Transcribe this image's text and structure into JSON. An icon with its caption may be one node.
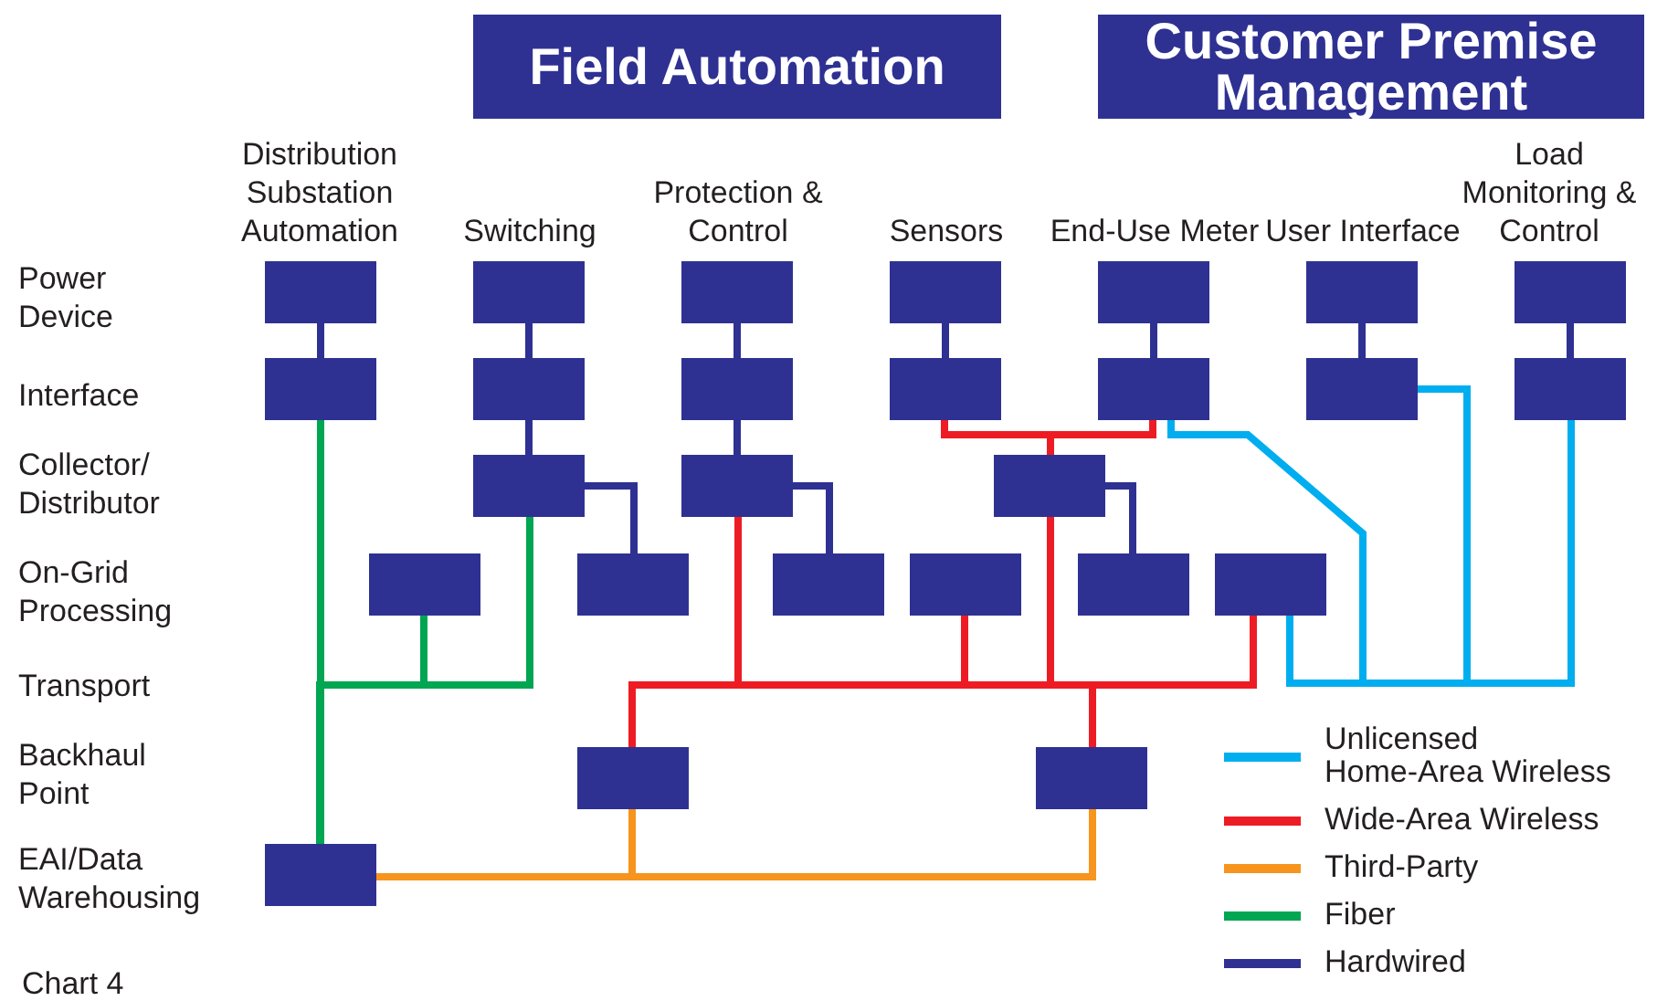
{
  "diagram": {
    "nodes": [
      {
        "text": [
          "Field Automation"
        ]
      },
      {
        "text": [
          "Customer Premise Management"
        ]
      },
      {
        "text": [],
        "shape": "box"
      },
      {
        "text": [],
        "shape": "box"
      },
      {
        "text": [],
        "shape": "box"
      },
      {
        "text": [],
        "shape": "box"
      },
      {
        "text": [],
        "shape": "box"
      },
      {
        "text": [],
        "shape": "box"
      },
      {
        "text": [],
        "shape": "box"
      },
      {
        "text": [],
        "shape": "box"
      },
      {
        "text": [],
        "shape": "box"
      },
      {
        "text": [],
        "shape": "box"
      },
      {
        "text": [],
        "shape": "box"
      },
      {
        "text": [],
        "shape": "box"
      },
      {
        "text": [],
        "shape": "box"
      },
      {
        "text": [],
        "shape": "box"
      },
      {
        "text": [],
        "shape": "box"
      },
      {
        "text": [],
        "shape": "box"
      },
      {
        "text": [],
        "shape": "box"
      },
      {
        "text": [],
        "shape": "box"
      },
      {
        "text": [],
        "shape": "box"
      },
      {
        "text": [],
        "shape": "box"
      },
      {
        "text": [],
        "shape": "box"
      },
      {
        "text": [],
        "shape": "box"
      },
      {
        "text": [],
        "shape": "box"
      },
      {
        "text": [],
        "shape": "box"
      },
      {
        "text": [],
        "shape": "box"
      },
      {
        "text": [],
        "shape": "box"
      }
    ],
    "edges": [
      {
        "from": 2,
        "to": 9,
        "arrow": "none"
      },
      {
        "from": 3,
        "to": 10,
        "arrow": "none"
      },
      {
        "from": 4,
        "to": 11,
        "arrow": "none"
      },
      {
        "from": 5,
        "to": 12,
        "arrow": "none"
      },
      {
        "from": 6,
        "to": 13,
        "arrow": "none"
      },
      {
        "from": 7,
        "to": 14,
        "arrow": "none"
      },
      {
        "from": 8,
        "to": 15,
        "arrow": "none"
      },
      {
        "from": 10,
        "to": 16,
        "arrow": "none"
      },
      {
        "from": 11,
        "to": 17,
        "arrow": "none"
      },
      {
        "from": 16,
        "to": 20,
        "arrow": "none"
      },
      {
        "from": 17,
        "to": 21,
        "arrow": "none"
      },
      {
        "from": 18,
        "to": 23,
        "arrow": "none"
      },
      {
        "from": 12,
        "to": 18,
        "arrow": "none",
        "color": "#ed1c24"
      },
      {
        "from": 13,
        "to": 18,
        "arrow": "none",
        "color": "#ed1c24"
      },
      {
        "from": 17,
        "to": 25,
        "arrow": "none",
        "color": "#ed1c24"
      },
      {
        "from": 17,
        "to": 26,
        "arrow": "none",
        "color": "#ed1c24"
      },
      {
        "from": 18,
        "to": 25,
        "arrow": "none",
        "color": "#ed1c24"
      },
      {
        "from": 18,
        "to": 26,
        "arrow": "none",
        "color": "#ed1c24"
      },
      {
        "from": 22,
        "to": 25,
        "arrow": "none",
        "color": "#ed1c24"
      },
      {
        "from": 22,
        "to": 26,
        "arrow": "none",
        "color": "#ed1c24"
      },
      {
        "from": 24,
        "to": 25,
        "arrow": "none",
        "color": "#ed1c24"
      },
      {
        "from": 24,
        "to": 26,
        "arrow": "none",
        "color": "#ed1c24"
      },
      {
        "from": 9,
        "to": 27,
        "arrow": "none",
        "color": "#00a651"
      },
      {
        "from": 19,
        "to": 27,
        "arrow": "none",
        "color": "#00a651"
      },
      {
        "from": 16,
        "to": 27,
        "arrow": "none",
        "color": "#00a651"
      },
      {
        "from": 25,
        "to": 27,
        "arrow": "none",
        "color": "#f7941d"
      },
      {
        "from": 26,
        "to": 27,
        "arrow": "none",
        "color": "#f7941d"
      },
      {
        "from": 13,
        "to": 24,
        "arrow": "none",
        "color": "#00aeef"
      },
      {
        "from": 14,
        "to": 24,
        "arrow": "none",
        "color": "#00aeef"
      },
      {
        "from": 15,
        "to": 24,
        "arrow": "none",
        "color": "#00aeef"
      }
    ],
    "labels": [
      "Distribution Substation Automation",
      "Switching",
      "Protection & Control",
      "Sensors",
      "End-Use Meter",
      "User Interface",
      "Load Monitoring & Control",
      "Power Device",
      "Interface",
      "Collector/ Distributor",
      "On-Grid Processing",
      "Transport",
      "Backhaul Point",
      "EAI/Data Warehousing",
      "Chart 4"
    ],
    "legend": [
      {
        "text": "Unlicensed Home-Area Wireless",
        "color": "#00aeef"
      },
      {
        "text": "Wide-Area Wireless",
        "color": "#ed1c24"
      },
      {
        "text": "Third-Party",
        "color": "#f7941d"
      },
      {
        "text": "Fiber",
        "color": "#00a651"
      },
      {
        "text": "Hardwired",
        "color": "#2e3192"
      }
    ]
  }
}
